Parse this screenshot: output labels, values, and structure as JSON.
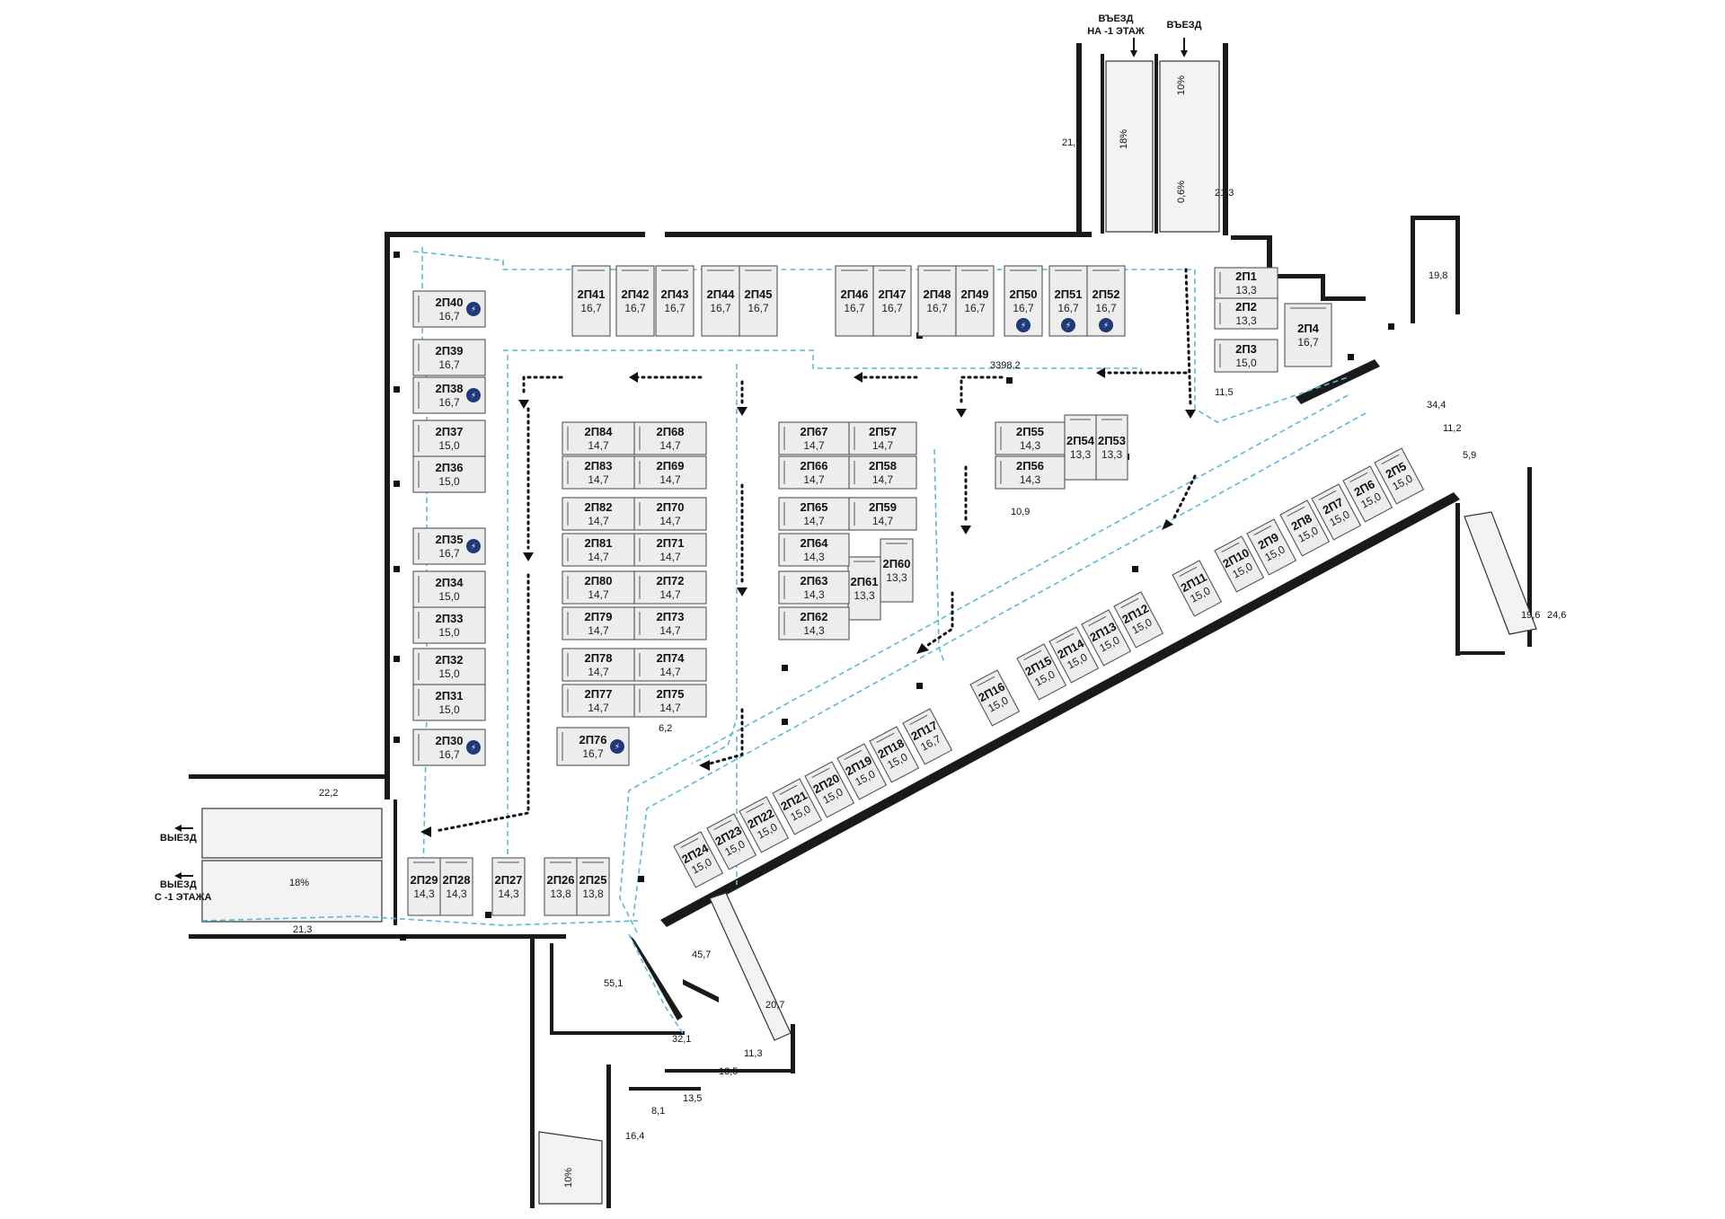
{
  "slots": [
    {
      "code": "2П1",
      "area": "13,3"
    },
    {
      "code": "2П2",
      "area": "13,3"
    },
    {
      "code": "2П3",
      "area": "15,0"
    },
    {
      "code": "2П4",
      "area": "16,7"
    },
    {
      "code": "2П5",
      "area": "15,0"
    },
    {
      "code": "2П6",
      "area": "15,0"
    },
    {
      "code": "2П7",
      "area": "15,0"
    },
    {
      "code": "2П8",
      "area": "15,0"
    },
    {
      "code": "2П9",
      "area": "15,0"
    },
    {
      "code": "2П10",
      "area": "15,0"
    },
    {
      "code": "2П11",
      "area": "15,0"
    },
    {
      "code": "2П12",
      "area": "15,0"
    },
    {
      "code": "2П13",
      "area": "15,0"
    },
    {
      "code": "2П14",
      "area": "15,0"
    },
    {
      "code": "2П15",
      "area": "15,0"
    },
    {
      "code": "2П16",
      "area": "15,0"
    },
    {
      "code": "2П17",
      "area": "16,7"
    },
    {
      "code": "2П18",
      "area": "15,0"
    },
    {
      "code": "2П19",
      "area": "15,0"
    },
    {
      "code": "2П20",
      "area": "15,0"
    },
    {
      "code": "2П21",
      "area": "15,0"
    },
    {
      "code": "2П22",
      "area": "15,0"
    },
    {
      "code": "2П23",
      "area": "15,0"
    },
    {
      "code": "2П24",
      "area": "15,0"
    },
    {
      "code": "2П25",
      "area": "13,8"
    },
    {
      "code": "2П26",
      "area": "13,8"
    },
    {
      "code": "2П27",
      "area": "14,3"
    },
    {
      "code": "2П28",
      "area": "14,3"
    },
    {
      "code": "2П29",
      "area": "14,3"
    },
    {
      "code": "2П30",
      "area": "16,7",
      "ev": true
    },
    {
      "code": "2П31",
      "area": "15,0"
    },
    {
      "code": "2П32",
      "area": "15,0"
    },
    {
      "code": "2П33",
      "area": "15,0"
    },
    {
      "code": "2П34",
      "area": "15,0"
    },
    {
      "code": "2П35",
      "area": "16,7",
      "ev": true
    },
    {
      "code": "2П36",
      "area": "15,0"
    },
    {
      "code": "2П37",
      "area": "15,0"
    },
    {
      "code": "2П38",
      "area": "16,7",
      "ev": true
    },
    {
      "code": "2П39",
      "area": "16,7"
    },
    {
      "code": "2П40",
      "area": "16,7",
      "ev": true
    },
    {
      "code": "2П41",
      "area": "16,7"
    },
    {
      "code": "2П42",
      "area": "16,7"
    },
    {
      "code": "2П43",
      "area": "16,7"
    },
    {
      "code": "2П44",
      "area": "16,7"
    },
    {
      "code": "2П45",
      "area": "16,7"
    },
    {
      "code": "2П46",
      "area": "16,7"
    },
    {
      "code": "2П47",
      "area": "16,7"
    },
    {
      "code": "2П48",
      "area": "16,7"
    },
    {
      "code": "2П49",
      "area": "16,7"
    },
    {
      "code": "2П50",
      "area": "16,7",
      "ev": true
    },
    {
      "code": "2П51",
      "area": "16,7",
      "ev": true
    },
    {
      "code": "2П52",
      "area": "16,7",
      "ev": true
    },
    {
      "code": "2П53",
      "area": "13,3"
    },
    {
      "code": "2П54",
      "area": "13,3"
    },
    {
      "code": "2П55",
      "area": "14,3"
    },
    {
      "code": "2П56",
      "area": "14,3"
    },
    {
      "code": "2П57",
      "area": "14,7"
    },
    {
      "code": "2П58",
      "area": "14,7"
    },
    {
      "code": "2П59",
      "area": "14,7"
    },
    {
      "code": "2П60",
      "area": "13,3"
    },
    {
      "code": "2П61",
      "area": "13,3"
    },
    {
      "code": "2П62",
      "area": "14,3"
    },
    {
      "code": "2П63",
      "area": "14,3"
    },
    {
      "code": "2П64",
      "area": "14,3"
    },
    {
      "code": "2П65",
      "area": "14,7"
    },
    {
      "code": "2П66",
      "area": "14,7"
    },
    {
      "code": "2П67",
      "area": "14,7"
    },
    {
      "code": "2П68",
      "area": "14,7"
    },
    {
      "code": "2П69",
      "area": "14,7"
    },
    {
      "code": "2П70",
      "area": "14,7"
    },
    {
      "code": "2П71",
      "area": "14,7"
    },
    {
      "code": "2П72",
      "area": "14,7"
    },
    {
      "code": "2П73",
      "area": "14,7"
    },
    {
      "code": "2П74",
      "area": "14,7"
    },
    {
      "code": "2П75",
      "area": "14,7"
    },
    {
      "code": "2П76",
      "area": "16,7",
      "ev": true
    },
    {
      "code": "2П77",
      "area": "14,7"
    },
    {
      "code": "2П78",
      "area": "14,7"
    },
    {
      "code": "2П79",
      "area": "14,7"
    },
    {
      "code": "2П80",
      "area": "14,7"
    },
    {
      "code": "2П81",
      "area": "14,7"
    },
    {
      "code": "2П82",
      "area": "14,7"
    },
    {
      "code": "2П83",
      "area": "14,7"
    },
    {
      "code": "2П84",
      "area": "14,7"
    }
  ],
  "labels": {
    "entry_upper": "ВЪЕЗД",
    "entry_upper_2": "НА -1 ЭТАЖ",
    "entry": "ВЪЕЗД",
    "exit": "ВЫЕЗД",
    "exit_lower": "ВЫЕЗД",
    "exit_lower_2": "С -1 ЭТАЖА",
    "total_area": "3398,2",
    "ev_icon": "electric-charging-icon"
  },
  "room_areas": [
    {
      "id": "r19_8",
      "value": "19,8"
    },
    {
      "id": "r34_4",
      "value": "34,4"
    },
    {
      "id": "r11_2",
      "value": "11,2"
    },
    {
      "id": "r5_9",
      "value": "5,9"
    },
    {
      "id": "r11_5",
      "value": "11,5"
    },
    {
      "id": "r10_9",
      "value": "10,9"
    },
    {
      "id": "r6_2",
      "value": "6,2"
    },
    {
      "id": "r21_9",
      "value": "21,9"
    },
    {
      "id": "r21_3a",
      "value": "21,3"
    },
    {
      "id": "r22_2",
      "value": "22,2"
    },
    {
      "id": "r21_3b",
      "value": "21,3"
    },
    {
      "id": "r55_1",
      "value": "55,1"
    },
    {
      "id": "r45_7",
      "value": "45,7"
    },
    {
      "id": "r32_1",
      "value": "32,1"
    },
    {
      "id": "r20_7",
      "value": "20,7"
    },
    {
      "id": "r11_3",
      "value": "11,3"
    },
    {
      "id": "r13_5a",
      "value": "13,5"
    },
    {
      "id": "r13_5b",
      "value": "13,5"
    },
    {
      "id": "r8_1",
      "value": "8,1"
    },
    {
      "id": "r16_4",
      "value": "16,4"
    },
    {
      "id": "r19_6",
      "value": "19,6"
    },
    {
      "id": "r24_6",
      "value": "24,6"
    }
  ],
  "ramp_slopes": [
    {
      "id": "s18a",
      "value": "18%"
    },
    {
      "id": "s10a",
      "value": "10%"
    },
    {
      "id": "s06",
      "value": "0,6%"
    },
    {
      "id": "s18b",
      "value": "18%"
    },
    {
      "id": "s10b",
      "value": "10%"
    }
  ]
}
